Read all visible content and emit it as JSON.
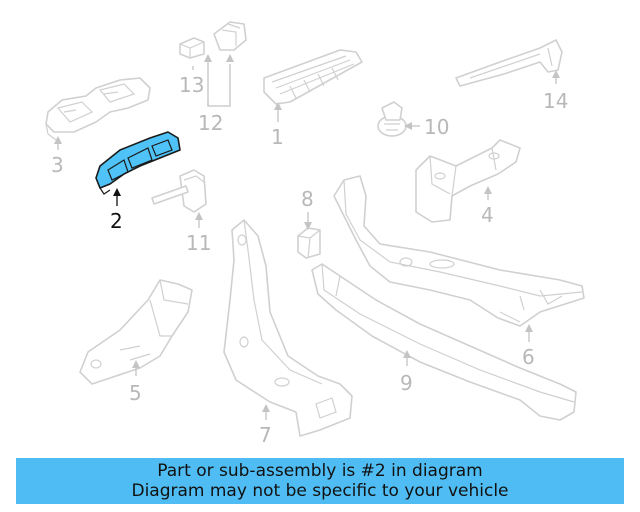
{
  "callouts": {
    "c1": "1",
    "c2": "2",
    "c3": "3",
    "c4": "4",
    "c5": "5",
    "c6": "6",
    "c7": "7",
    "c8": "8",
    "c9": "9",
    "c10": "10",
    "c11": "11",
    "c12": "12",
    "c13": "13",
    "c14": "14"
  },
  "highlighted_part": "2",
  "colors": {
    "highlight_fill": "#4fc3f7",
    "banner_bg": "#4fbdf3",
    "part_stroke": "#d0d0d0"
  },
  "banner": {
    "line1": "Part or sub-assembly is #2 in diagram",
    "line2": "Diagram may not be specific to your vehicle"
  }
}
